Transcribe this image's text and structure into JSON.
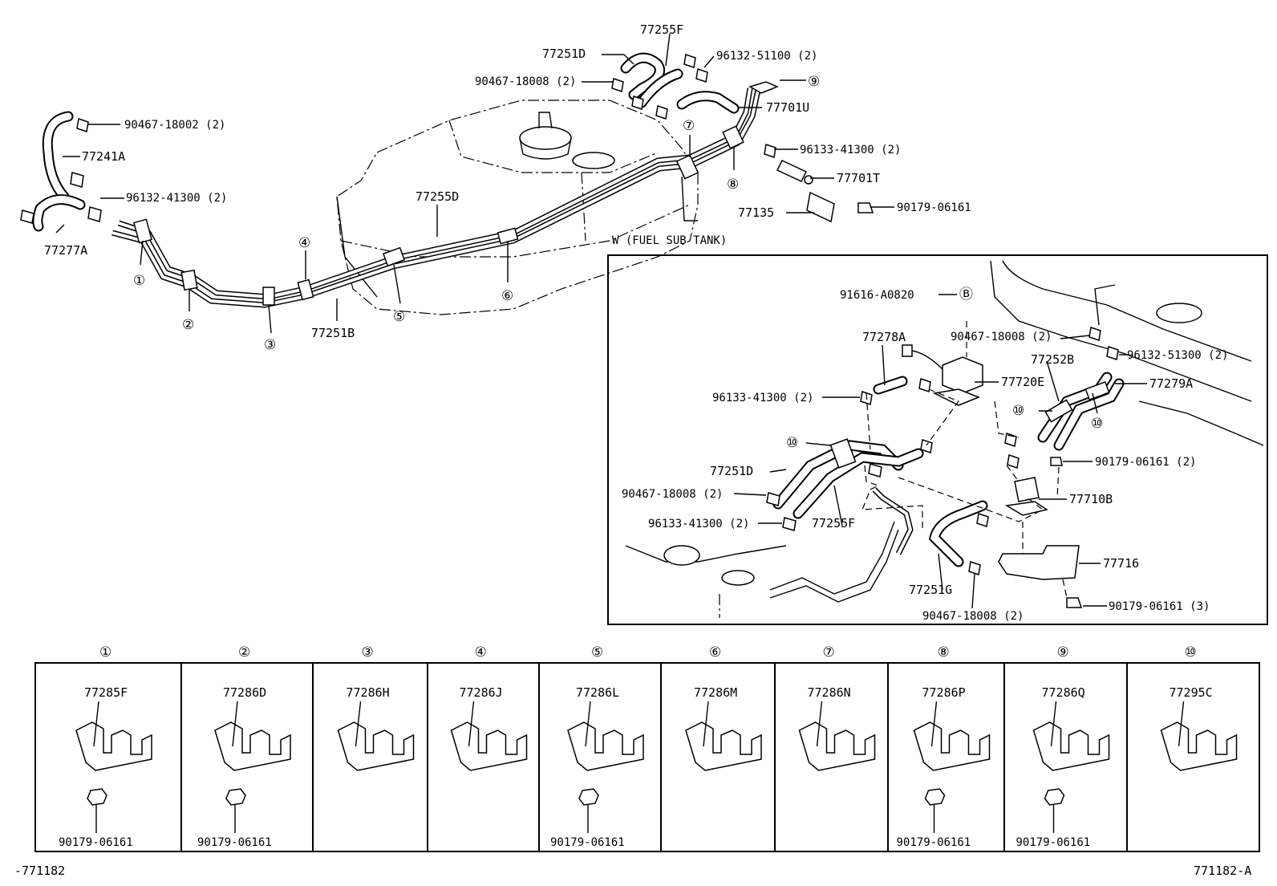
{
  "diagram": {
    "main_labels": {
      "p77255F": "77255F",
      "p77251D": "77251D",
      "p96132_51100": "96132-51100 (2)",
      "p90467_18008": "90467-18008 (2)",
      "c9": "⑨",
      "p77701U": "77701U",
      "p90467_18002": "90467-18002 (2)",
      "p77241A": "77241A",
      "c7": "⑦",
      "p96133_41300": "96133-41300 (2)",
      "p96132_41300": "96132-41300 (2)",
      "p77255D": "77255D",
      "c8": "⑧",
      "p77701T": "77701T",
      "p77135": "77135",
      "p90179_06161": "90179-06161",
      "fuel_sub_tank": "W (FUEL  SUB  TANK)",
      "c4": "④",
      "p77277A": "77277A",
      "c1": "①",
      "c2": "②",
      "c3": "③",
      "p77251B": "77251B",
      "c5": "⑤",
      "c6": "⑥"
    },
    "inset_labels": {
      "p91616": "91616-A0820",
      "cB": "Ⓑ",
      "p77278A": "77278A",
      "p90467_a": "90467-18008 (2)",
      "p96132_51300": "96132-51300 (2)",
      "p77252B": "77252B",
      "p77720E": "77720E",
      "p77279A": "77279A",
      "p96133_a": "96133-41300 (2)",
      "c10a": "⑩",
      "c10b": "⑩",
      "c10c": "⑩",
      "p77251D": "77251D",
      "p90179_2": "90179-06161 (2)",
      "p90467_b": "90467-18008 (2)",
      "p77710B": "77710B",
      "p96133_b": "96133-41300 (2)",
      "p77255F": "77255F",
      "p77716": "77716",
      "p77251G": "77251G",
      "p90179_3": "90179-06161 (3)",
      "p90467_c": "90467-18008 (2)"
    },
    "clamp_table": [
      {
        "no": "①",
        "part": "77285F",
        "bolt": "90179-06161"
      },
      {
        "no": "②",
        "part": "77286D",
        "bolt": "90179-06161"
      },
      {
        "no": "③",
        "part": "77286H",
        "bolt": ""
      },
      {
        "no": "④",
        "part": "77286J",
        "bolt": ""
      },
      {
        "no": "⑤",
        "part": "77286L",
        "bolt": "90179-06161"
      },
      {
        "no": "⑥",
        "part": "77286M",
        "bolt": ""
      },
      {
        "no": "⑦",
        "part": "77286N",
        "bolt": ""
      },
      {
        "no": "⑧",
        "part": "77286P",
        "bolt": "90179-06161"
      },
      {
        "no": "⑨",
        "part": "77286Q",
        "bolt": "90179-06161"
      },
      {
        "no": "⑩",
        "part": "77295C",
        "bolt": ""
      }
    ],
    "footer_left": "-771182",
    "footer_right": "771182-A"
  }
}
